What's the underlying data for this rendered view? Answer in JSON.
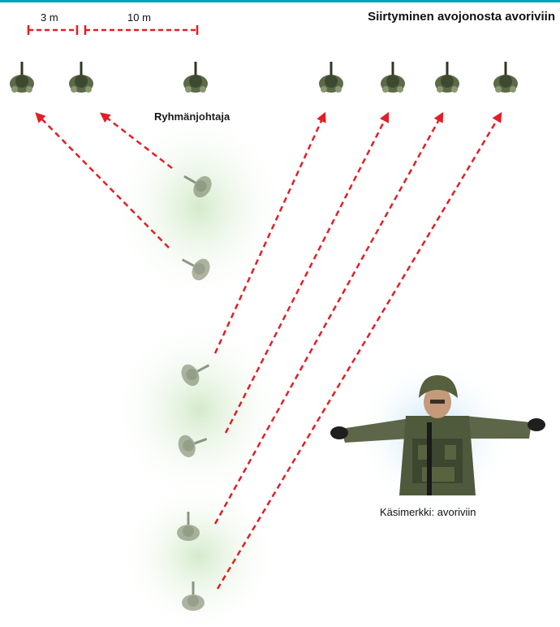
{
  "title": "Siirtyminen avojonosta avoriviin",
  "distances": {
    "short": "3 m",
    "long": "10 m"
  },
  "leader_label": "Ryhmänjohtaja",
  "hand_signal_caption": "Käsimerkki: avoriviin",
  "colors": {
    "accent_line": "#00a3b4",
    "arrow": "#e31e24",
    "soldier": "#5b6a47",
    "glow_green": "#cfe8c5",
    "glow_blue": "#bfe1f3"
  }
}
